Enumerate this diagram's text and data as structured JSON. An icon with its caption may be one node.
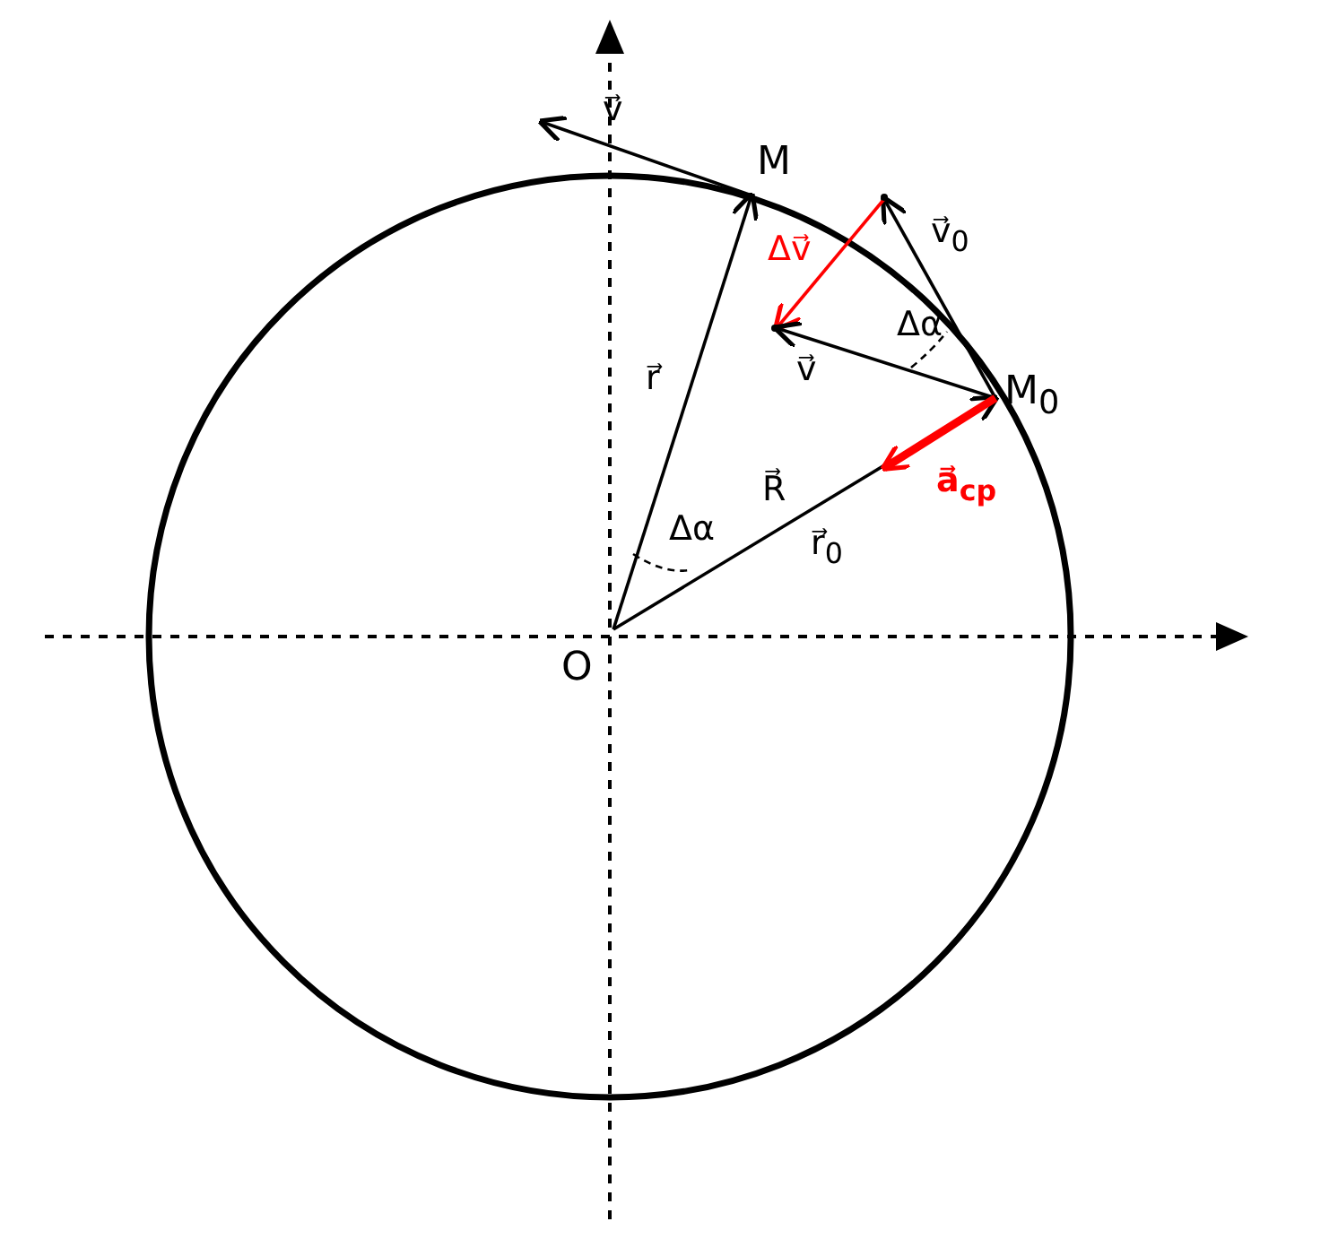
{
  "diagram": {
    "nodes": [
      {
        "text": [
          "O"
        ]
      },
      {
        "text": [
          "M"
        ]
      },
      {
        "text": [
          "M$_{0}$"
        ]
      },
      {
        "text": [],
        "shape": "point"
      },
      {
        "text": [],
        "shape": "point"
      }
    ],
    "edges": [
      {
        "from": 0,
        "to": 1,
        "arrow": "to",
        "label": "r⃗"
      },
      {
        "from": 0,
        "to": 2,
        "arrow": "to",
        "label": "r⃗$_{0}$"
      },
      {
        "from": 1,
        "to": null,
        "arrow": "to",
        "label": "v⃗"
      },
      {
        "from": 2,
        "to": 3,
        "arrow": "to",
        "label": "v⃗$_{0}$"
      },
      {
        "from": 3,
        "to": 4,
        "arrow": "to",
        "label": "Δv⃗",
        "color": "#ff0000"
      },
      {
        "from": 2,
        "to": 4,
        "arrow": "to",
        "label": "v⃗"
      },
      {
        "from": 2,
        "to": null,
        "arrow": "to",
        "label": "a⃗$_{cp}$",
        "color": "#ff0000",
        "style": "thick"
      }
    ],
    "labels": [
      "Δα",
      "R⃗",
      "Δα"
    ]
  }
}
